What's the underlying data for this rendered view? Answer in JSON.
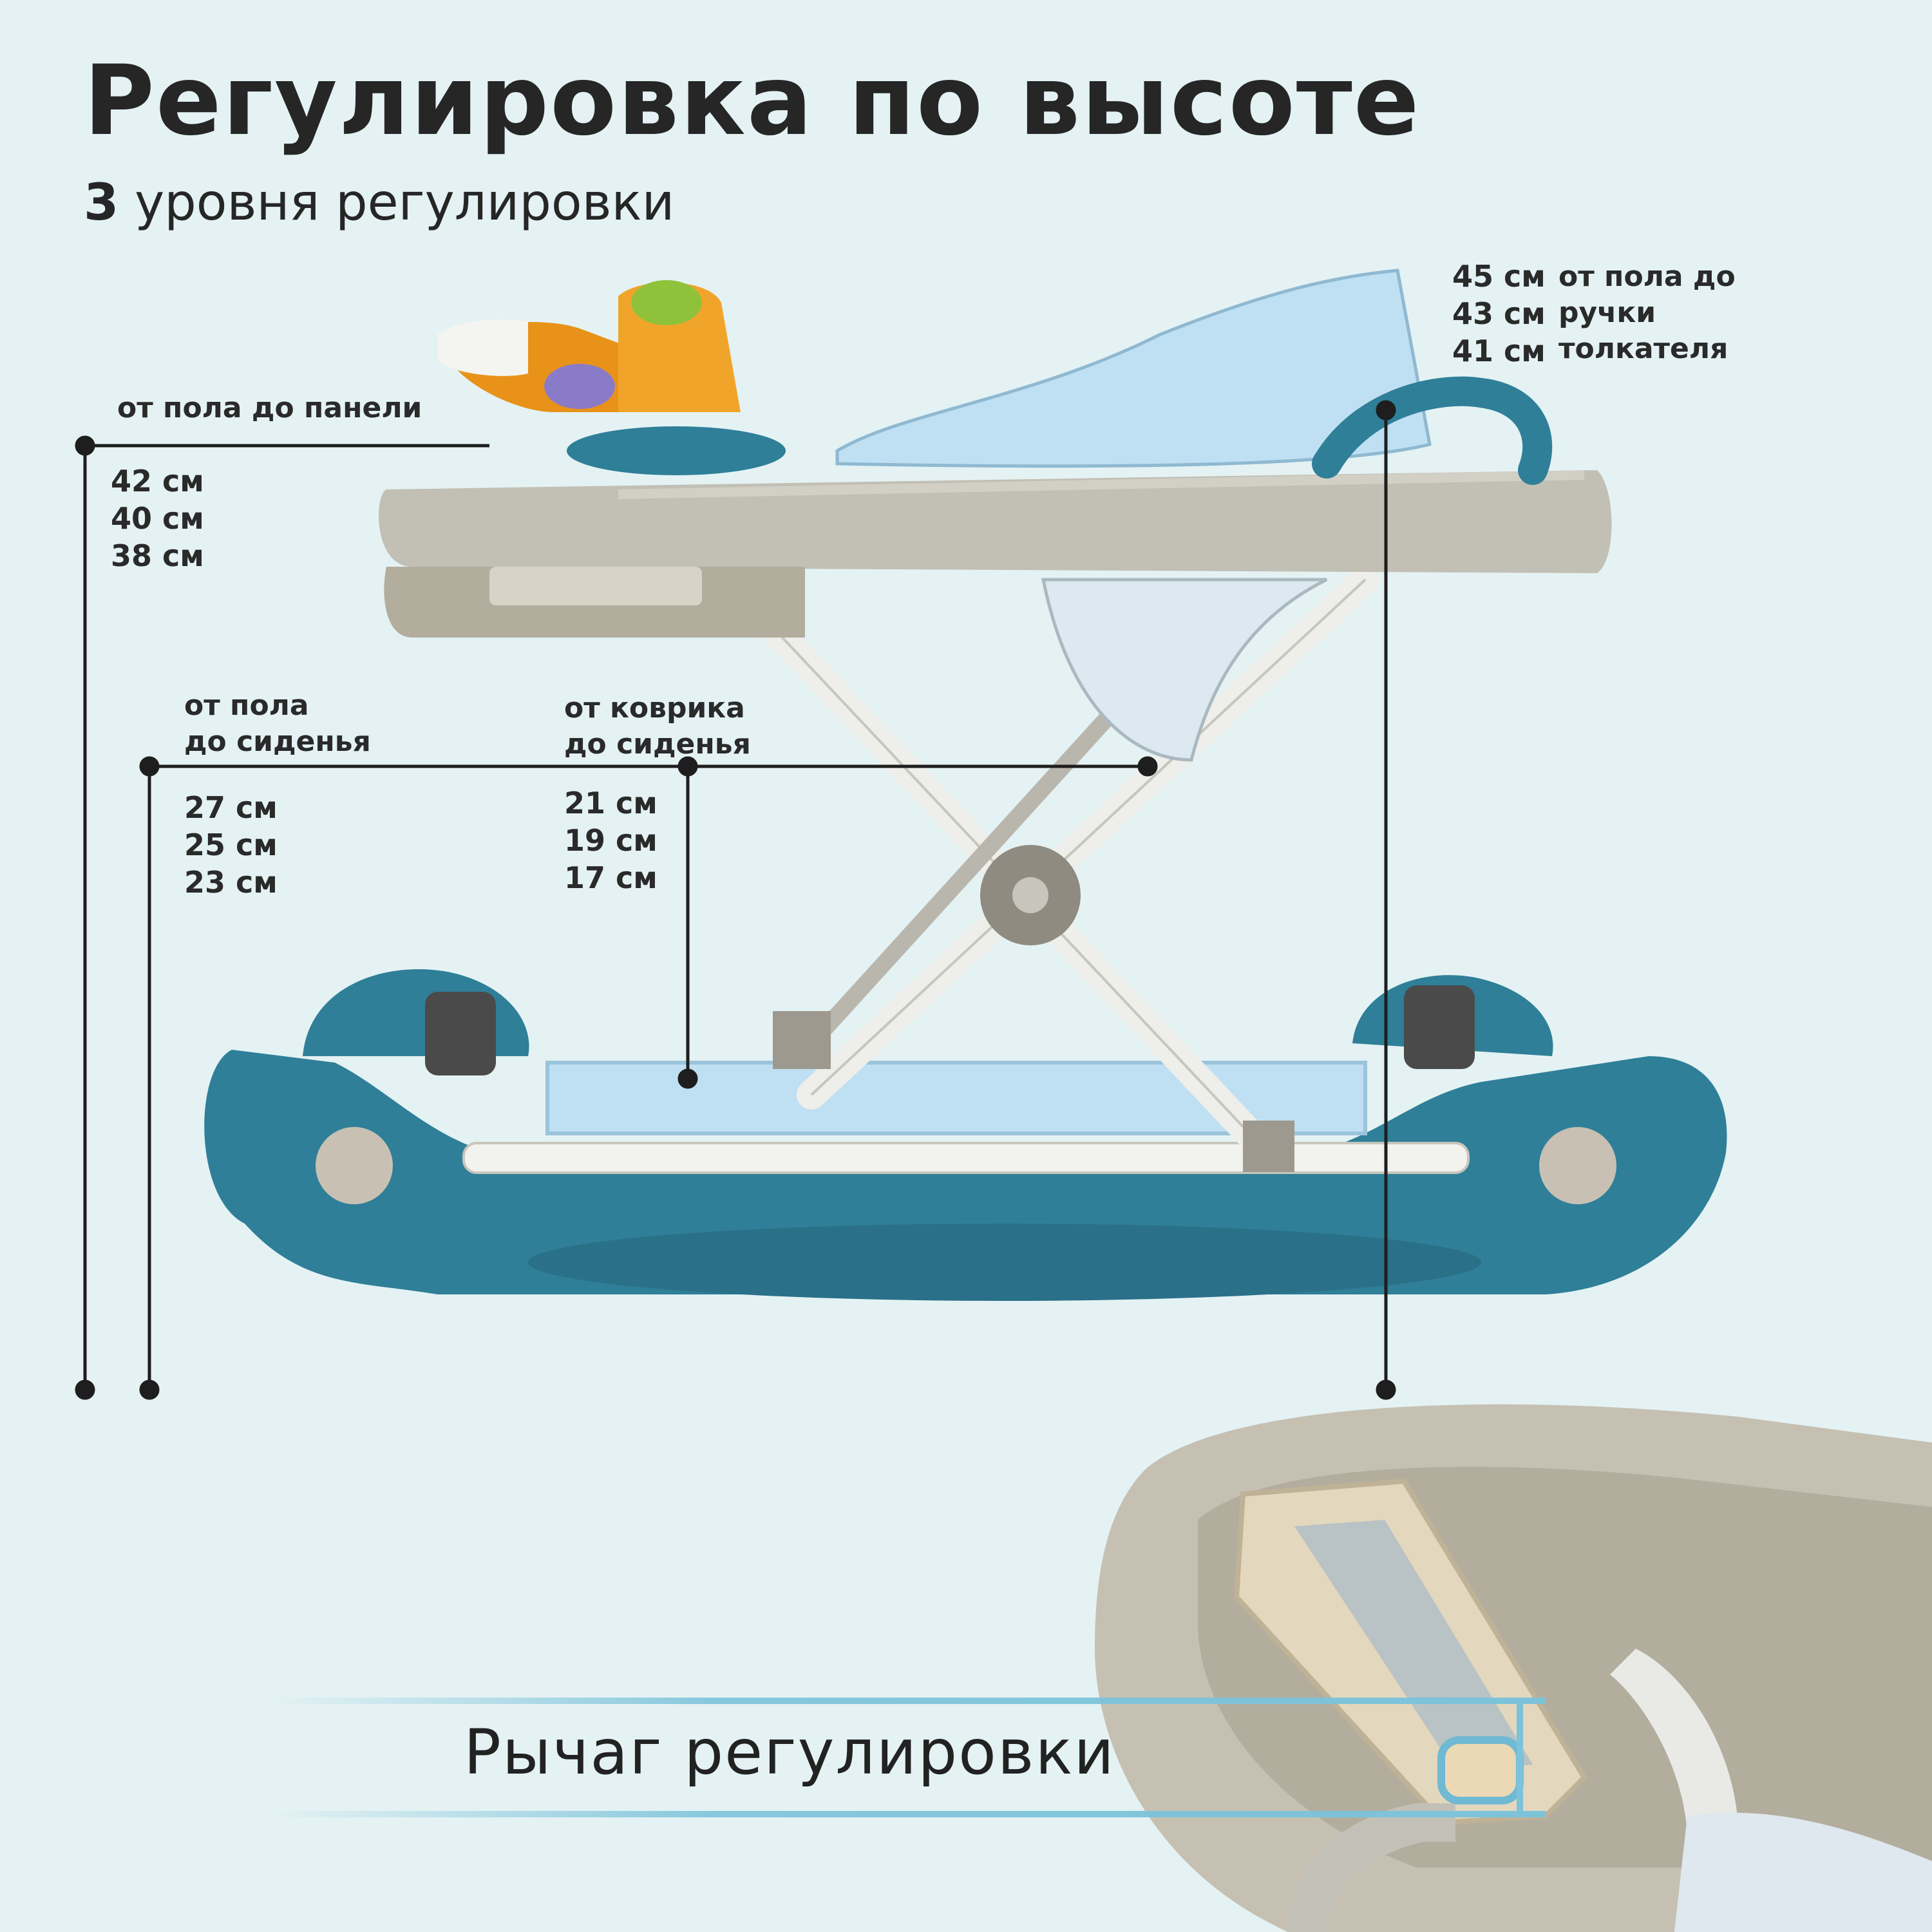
{
  "heading": {
    "title": "Регулировка по высоте",
    "subtitle_number": "3",
    "subtitle_text": "уровня регулировки"
  },
  "measures": {
    "panel": {
      "label": "от пола до панели",
      "values": [
        "42 см",
        "40 см",
        "38 см"
      ]
    },
    "handle": {
      "label_lines": [
        "от пола до",
        "ручки",
        "толкателя"
      ],
      "values": [
        "45 см",
        "43 см",
        "41 см"
      ]
    },
    "seat_floor": {
      "label_lines": [
        "от пола",
        "до сиденья"
      ],
      "values": [
        "27 см",
        "25 см",
        "23 см"
      ]
    },
    "seat_mat": {
      "label_lines": [
        "от коврика",
        "до сиденья"
      ],
      "values": [
        "21 см",
        "19 см",
        "17 см"
      ]
    }
  },
  "callout": {
    "caption": "Рычаг регулировки"
  },
  "colors": {
    "background": "#e4f2f4",
    "base_teal": "#2f7f98",
    "tray_beige": "#c2bfb4",
    "frame_white": "#eeeeea",
    "fabric_blue": "#bfe0f2",
    "accent_line": "#7cc3da",
    "text_dark": "#262626"
  }
}
